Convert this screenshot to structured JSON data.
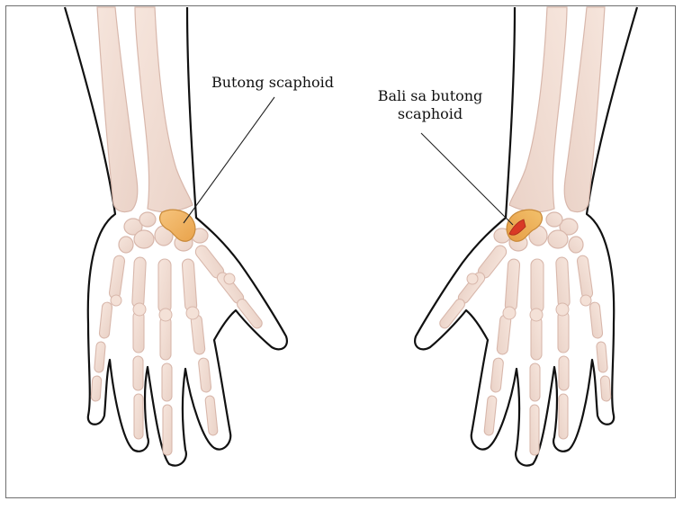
{
  "labels": {
    "left": "Butong scaphoid",
    "right_line1": "Bali sa butong",
    "right_line2": "scaphoid"
  },
  "colors": {
    "bone_fill": "#f0dcd2",
    "bone_stroke": "#d8b7ab",
    "outline": "#111111",
    "scaphoid_left": "#f2b45c",
    "fracture_red": "#d93a26",
    "frame": "#6f6f6f"
  }
}
